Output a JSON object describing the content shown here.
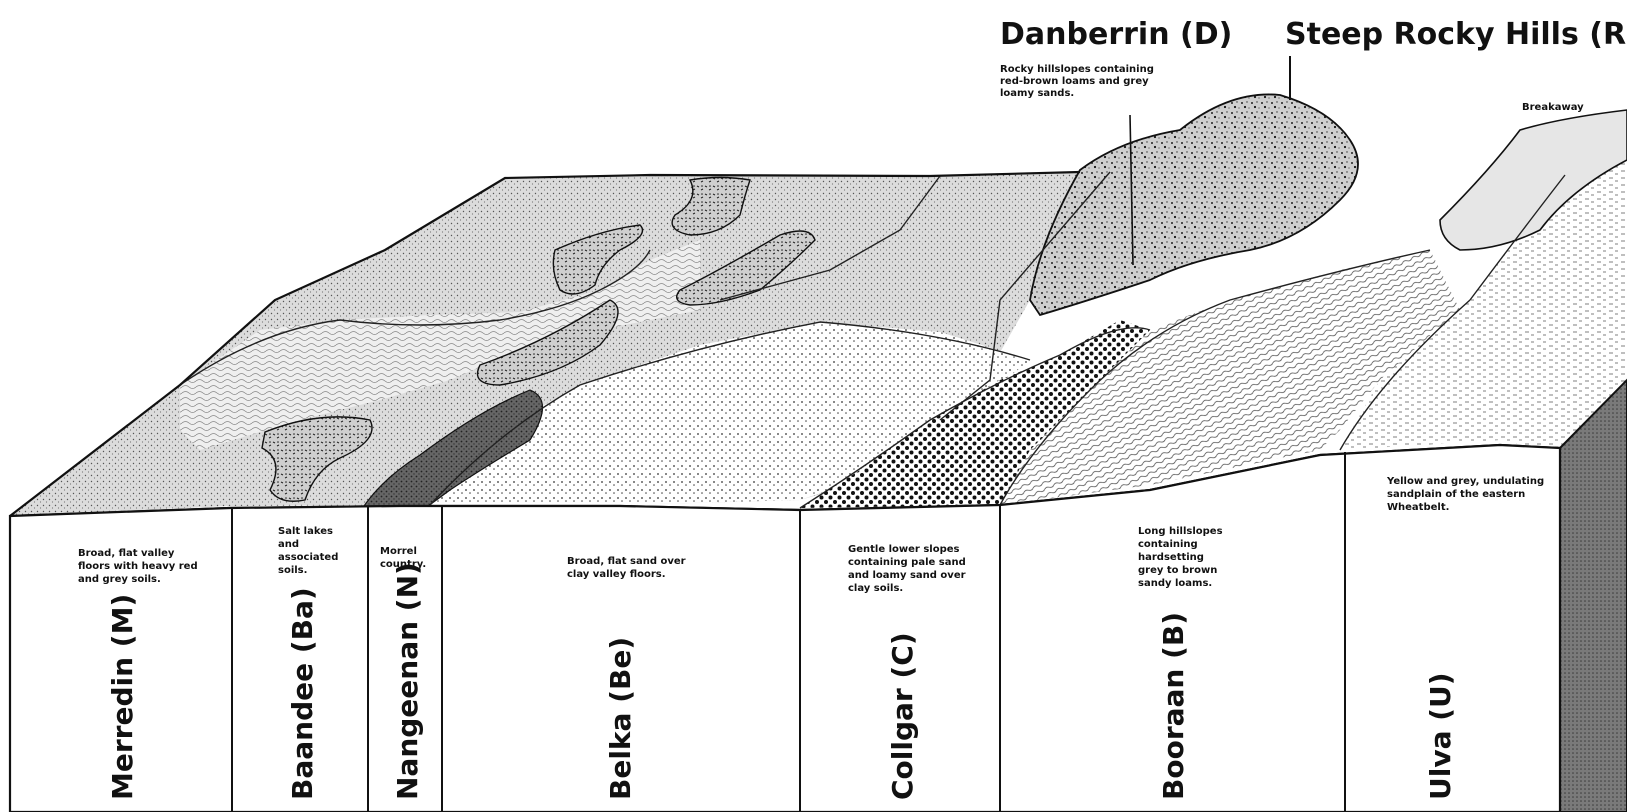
{
  "labels": {
    "danberrin_title": "Danberrin (D)",
    "steep_title": "Steep Rocky Hills (R)",
    "danberrin_desc": [
      "Rocky hillslopes containing",
      "red-brown loams and grey",
      "loamy sands."
    ],
    "breakaway": "Breakaway"
  },
  "units": [
    {
      "name": "Merredin (M)",
      "desc": [
        "Broad, flat valley",
        "floors with heavy red",
        "and grey soils."
      ]
    },
    {
      "name": "Baandee (Ba)",
      "desc": [
        "Salt lakes",
        "and",
        "associated",
        "soils."
      ]
    },
    {
      "name": "Nangeenan (N)",
      "desc": [
        "Morrel",
        "country."
      ]
    },
    {
      "name": "Belka (Be)",
      "desc": [
        "Broad, flat sand over",
        "clay valley floors."
      ]
    },
    {
      "name": "Collgar (C)",
      "desc": [
        "Gentle lower slopes",
        "containing pale sand",
        "and loamy sand over",
        "clay soils."
      ]
    },
    {
      "name": "Booraan (B)",
      "desc": [
        "Long hillslopes",
        "containing",
        "hardsetting",
        "grey to brown",
        "sandy loams."
      ]
    },
    {
      "name": "Ulva (U)",
      "desc": [
        "Yellow and grey, undulating",
        "sandplain of the eastern",
        "Wheatbelt."
      ]
    }
  ],
  "colors": {
    "ink": "#111111",
    "paper": "#ffffff",
    "shade": "#6b6b6b"
  }
}
